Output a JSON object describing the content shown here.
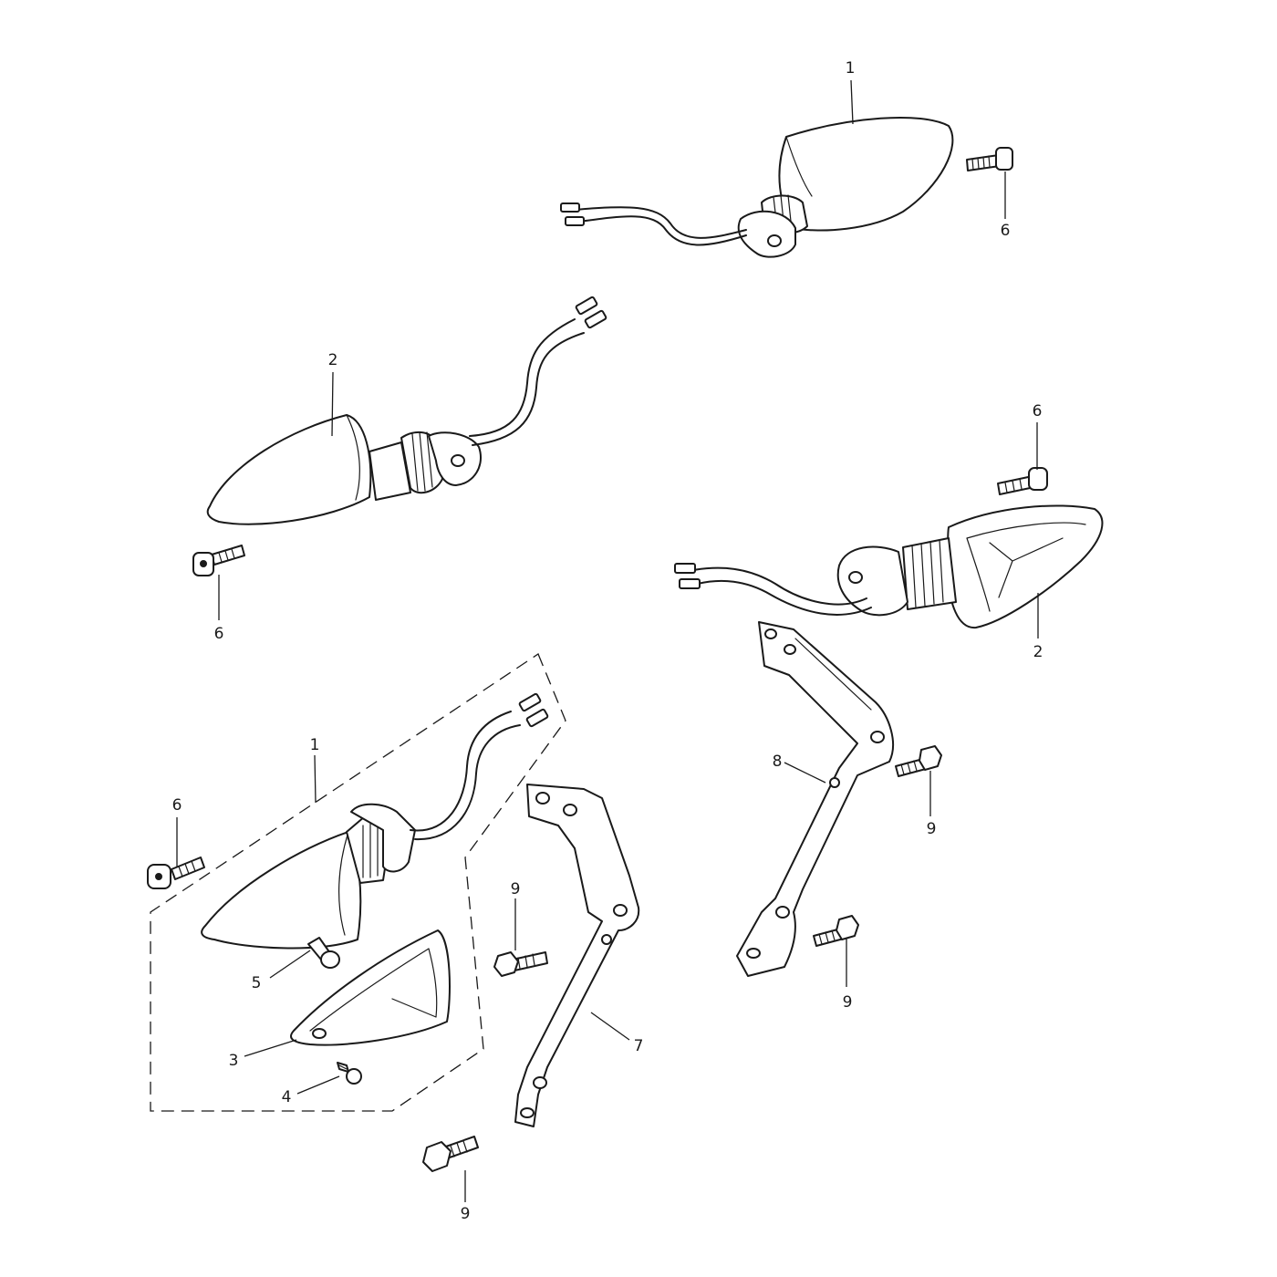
{
  "diagram": {
    "callouts": {
      "c1_top": "1",
      "c6_top": "6",
      "c2_left": "2",
      "c6_left": "6",
      "c6_right": "6",
      "c2_right": "2",
      "c1_kit": "1",
      "c6_kit": "6",
      "c5": "5",
      "c3": "3",
      "c4": "4",
      "c9_mid": "9",
      "c7": "7",
      "c9_bottom": "9",
      "c8": "8",
      "c9_right_upper": "9",
      "c9_right_lower": "9"
    }
  }
}
